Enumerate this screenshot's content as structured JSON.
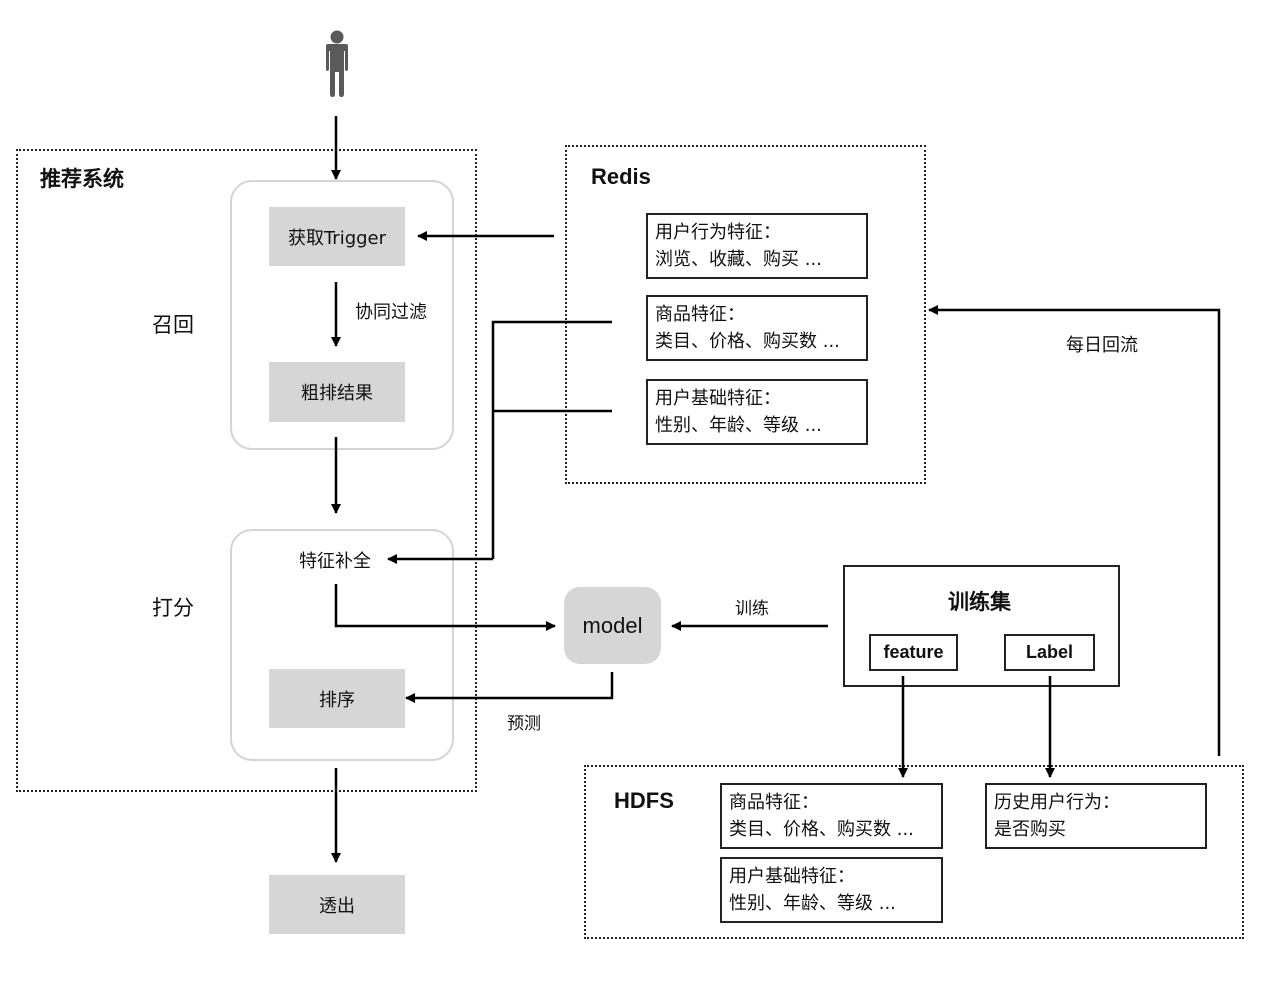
{
  "user": {
    "icon": "person-icon"
  },
  "recommender": {
    "title": "推荐系统",
    "recall": {
      "stage_label": "召回",
      "get_trigger": "获取Trigger",
      "filter_label": "协同过滤",
      "coarse_result": "粗排结果"
    },
    "scoring": {
      "stage_label": "打分",
      "feature_completion": "特征补全",
      "ranking": "排序"
    },
    "output": "透出"
  },
  "redis": {
    "title": "Redis",
    "boxes": [
      {
        "line1": "用户行为特征：",
        "line2": "浏览、收藏、购买 ..."
      },
      {
        "line1": "商品特征：",
        "line2": "类目、价格、购买数 ..."
      },
      {
        "line1": "用户基础特征：",
        "line2": "性别、年龄、等级 ..."
      }
    ]
  },
  "model": {
    "label": "model",
    "predict_label": "预测",
    "train_label": "训练"
  },
  "training_set": {
    "title": "训练集",
    "feature": "feature",
    "label": "Label"
  },
  "daily_backflow": "每日回流",
  "hdfs": {
    "title": "HDFS",
    "boxes": [
      {
        "line1": "商品特征：",
        "line2": "类目、价格、购买数 ..."
      },
      {
        "line1": "用户基础特征：",
        "line2": "性别、年龄、等级 ..."
      },
      {
        "line1": "历史用户行为：",
        "line2": "是否购买"
      }
    ]
  }
}
